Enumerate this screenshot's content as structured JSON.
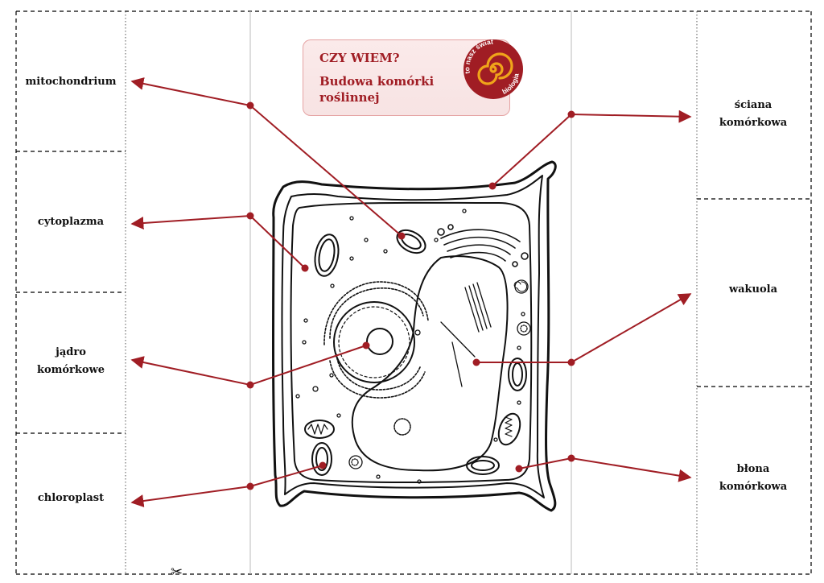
{
  "info_box": {
    "question": "CZY WIEM?",
    "title": "Budowa komórki roślinnej"
  },
  "logo": {
    "text_top": "to nasz świat",
    "text_bottom": "biologia",
    "color": "#a01d24",
    "ring_color": "#f0a51a",
    "icon": "spiral-icon"
  },
  "labels_left": [
    {
      "id": "mitochondrium",
      "text": "mitochondrium"
    },
    {
      "id": "cytoplazma",
      "text": "cytoplazma"
    },
    {
      "id": "jadro",
      "lines": [
        "jądro",
        "komórkowe"
      ]
    },
    {
      "id": "chloroplast",
      "text": "chloroplast"
    }
  ],
  "labels_right": [
    {
      "id": "sciana",
      "lines": [
        "ściana",
        "komórkowa"
      ]
    },
    {
      "id": "wakuola",
      "text": "wakuola"
    },
    {
      "id": "blona",
      "lines": [
        "błona",
        "komórkowa"
      ]
    }
  ],
  "colors": {
    "arrow": "#a01d24",
    "outline": "#111111",
    "cut_line": "#000000",
    "fold_line": "#999999"
  },
  "cut_mark_icon": "scissors-icon",
  "cut_mark_glyph": "✂"
}
